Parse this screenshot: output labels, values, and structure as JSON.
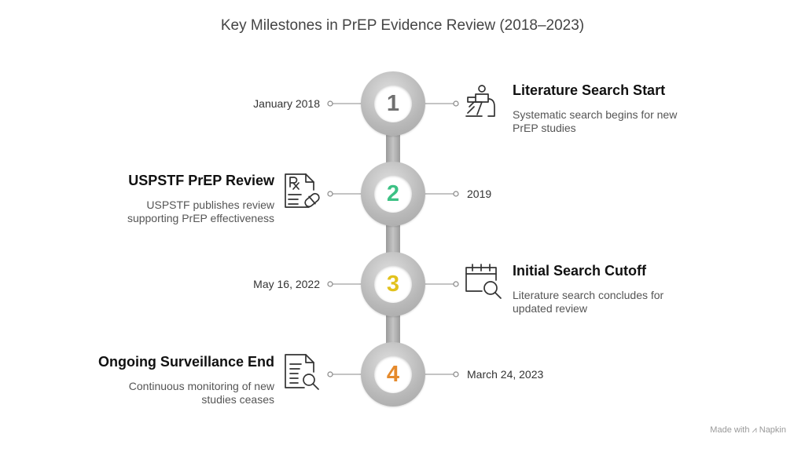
{
  "title": "Key Milestones in PrEP Evidence Review (2018–2023)",
  "milestones": [
    {
      "number": "1",
      "number_color": "#707070",
      "date": "January 2018",
      "heading": "Literature Search Start",
      "desc_line1": "Systematic search begins for new",
      "desc_line2": "PrEP studies",
      "icon": "researcher-at-desk-icon"
    },
    {
      "number": "2",
      "number_color": "#3cc184",
      "date": "2019",
      "heading": "USPSTF PrEP Review",
      "desc_line1": "USPSTF publishes review",
      "desc_line2": "supporting PrEP effectiveness",
      "icon": "prescription-icon"
    },
    {
      "number": "3",
      "number_color": "#e2c21d",
      "date": "May 16, 2022",
      "heading": "Initial Search Cutoff",
      "desc_line1": "Literature search concludes for",
      "desc_line2": "updated review",
      "icon": "calendar-search-icon"
    },
    {
      "number": "4",
      "number_color": "#e58a2c",
      "date": "March 24, 2023",
      "heading": "Ongoing Surveillance End",
      "desc_line1": "Continuous monitoring of new",
      "desc_line2": "studies ceases",
      "icon": "document-search-icon"
    }
  ],
  "watermark": "Made with ⩘ Napkin"
}
